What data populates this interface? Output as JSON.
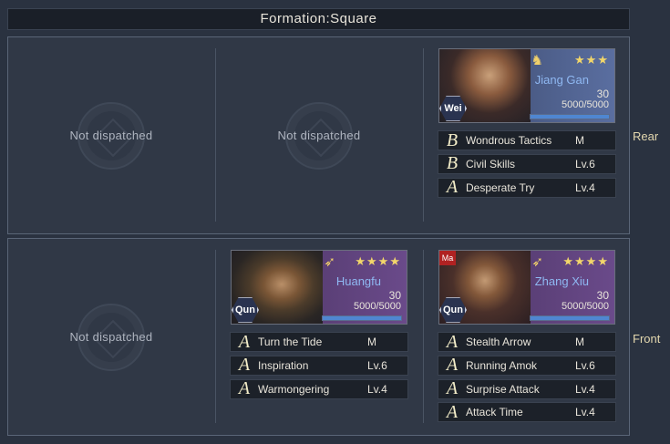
{
  "formation": {
    "title": "Formation:Square"
  },
  "rows": {
    "rear_label": "Rear",
    "front_label": "Front"
  },
  "empty_slot": {
    "label": "Not dispatched"
  },
  "heroes": {
    "jiang_gan": {
      "name": "Jiang Gan",
      "faction": "Wei",
      "stars": "★★★",
      "level": "30",
      "troops": "5000/5000",
      "troop_ratio": 1.0,
      "skills": [
        {
          "grade": "B",
          "name": "Wondrous Tactics",
          "level": "M"
        },
        {
          "grade": "B",
          "name": "Civil Skills",
          "level": "Lv.6"
        },
        {
          "grade": "A",
          "name": "Desperate Try",
          "level": "Lv.4"
        }
      ]
    },
    "huangfu": {
      "name": "Huangfu",
      "faction": "Qun",
      "stars": "★★★★",
      "level": "30",
      "troops": "5000/5000",
      "troop_ratio": 1.0,
      "skills": [
        {
          "grade": "A",
          "name": "Turn the Tide",
          "level": "M"
        },
        {
          "grade": "A",
          "name": "Inspiration",
          "level": "Lv.6"
        },
        {
          "grade": "A",
          "name": "Warmongering",
          "level": "Lv.4"
        }
      ]
    },
    "zhang_xiu": {
      "name": "Zhang Xiu",
      "faction": "Qun",
      "stars": "★★★★",
      "level": "30",
      "troops": "5000/5000",
      "troop_ratio": 1.0,
      "main_tag": "Ma",
      "skills": [
        {
          "grade": "A",
          "name": "Stealth Arrow",
          "level": "M"
        },
        {
          "grade": "A",
          "name": "Running Amok",
          "level": "Lv.6"
        },
        {
          "grade": "A",
          "name": "Surprise Attack",
          "level": "Lv.4"
        },
        {
          "grade": "A",
          "name": "Attack Time",
          "level": "Lv.4"
        }
      ]
    }
  }
}
